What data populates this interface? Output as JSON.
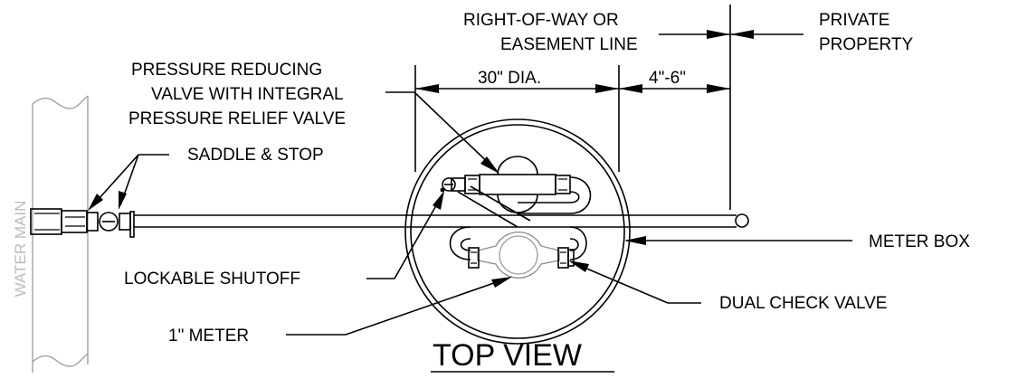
{
  "labels": {
    "right_of_way_1": "RIGHT-OF-WAY OR",
    "right_of_way_2": "EASEMENT LINE",
    "private_1": "PRIVATE",
    "private_2": "PROPERTY",
    "prv_1": "PRESSURE REDUCING",
    "prv_2": "VALVE WITH INTEGRAL",
    "prv_3": "PRESSURE RELIEF VALVE",
    "diameter": "30\" DIA.",
    "offset": "4\"-6\"",
    "saddle": "SADDLE & STOP",
    "water_main": "WATER MAIN",
    "meter_box": "METER BOX",
    "shutoff": "LOCKABLE SHUTOFF",
    "dual_check": "DUAL CHECK VALVE",
    "meter": "1\" METER",
    "title": "TOP VIEW"
  }
}
